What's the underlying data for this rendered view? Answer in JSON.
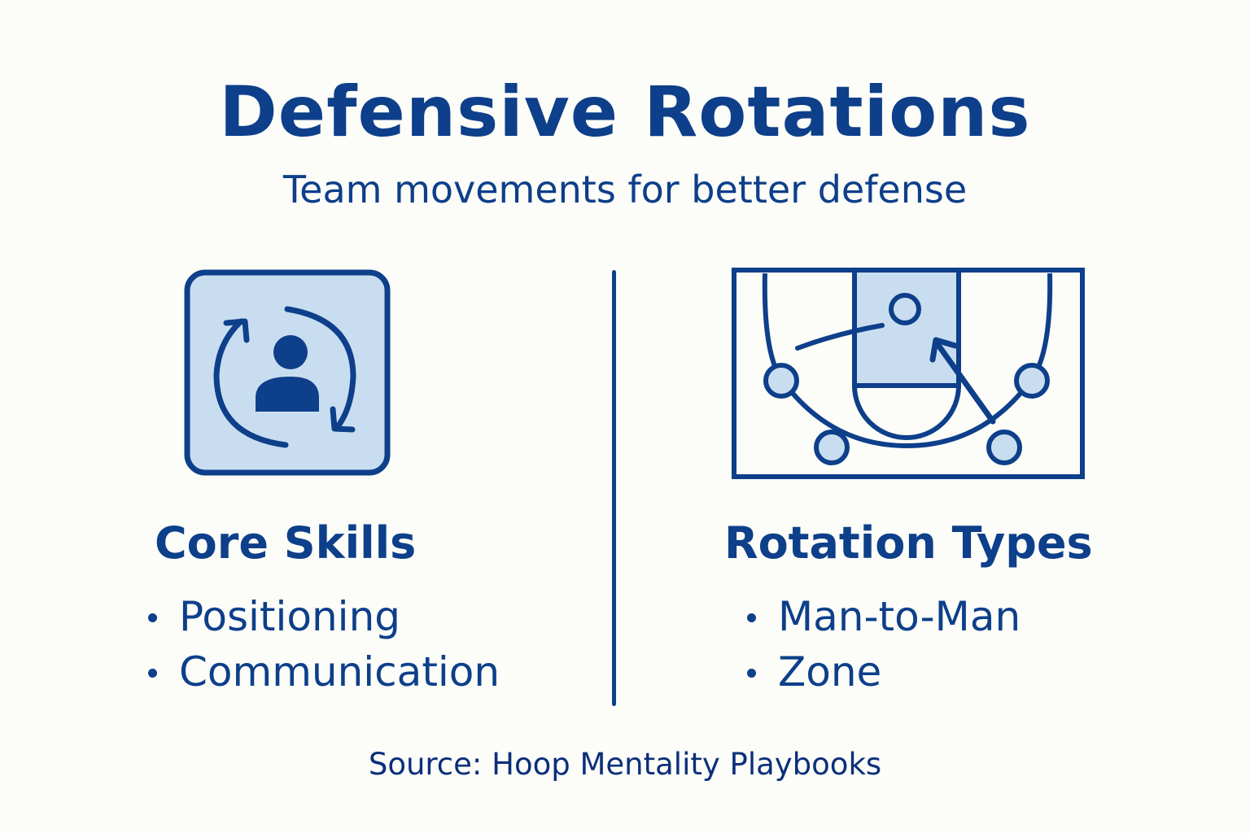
{
  "header": {
    "title": "Defensive Rotations",
    "subtitle": "Team movements for better defense"
  },
  "left_panel": {
    "icon": "rotate-user-icon",
    "heading": "Core Skills",
    "items": [
      "Positioning",
      "Communication"
    ]
  },
  "right_panel": {
    "icon": "basketball-court-diagram-icon",
    "heading": "Rotation Types",
    "items": [
      "Man-to-Man",
      "Zone"
    ]
  },
  "footer": {
    "source": "Source: Hoop Mentality Playbooks"
  },
  "colors": {
    "primary": "#0d3f8a",
    "fill_light": "#c9ddf1",
    "background": "#fcfcf8"
  }
}
